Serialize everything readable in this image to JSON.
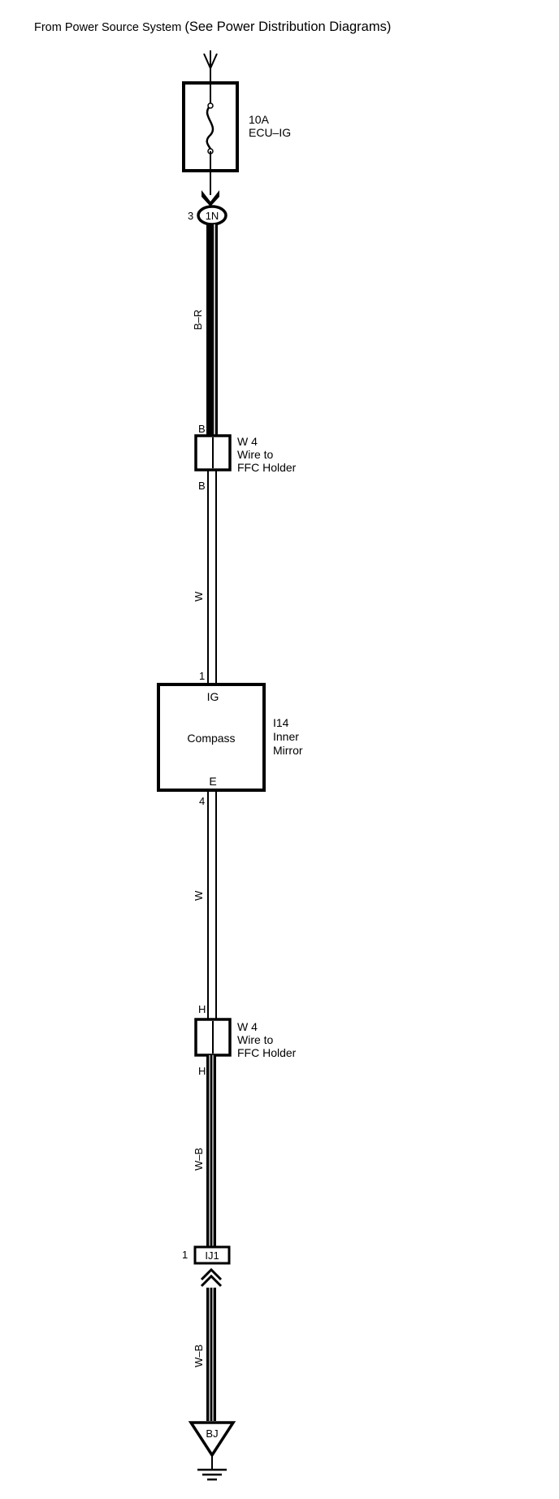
{
  "header": {
    "source_text": "From Power Source System",
    "see_text": "(See Power Distribution Diagrams)"
  },
  "fuse": {
    "rating": "10A",
    "name": "ECU–IG"
  },
  "connector_top": {
    "pin": "3",
    "code": "1N"
  },
  "wires": {
    "top": "B–R",
    "middle_upper": "W",
    "middle_lower": "W",
    "lower_upper": "W–B",
    "lower_bottom": "W–B"
  },
  "ffc_upper": {
    "pin_top": "B",
    "pin_bottom": "B",
    "id": "W 4",
    "line1": "Wire to",
    "line2": "FFC Holder"
  },
  "mirror": {
    "pin_in": "1",
    "terminal_in": "IG",
    "inner_label": "Compass",
    "terminal_out": "E",
    "pin_out": "4",
    "id": "I14",
    "line1": "Inner",
    "line2": "Mirror"
  },
  "ffc_lower": {
    "pin_top": "H",
    "pin_bottom": "H",
    "id": "W 4",
    "line1": "Wire to",
    "line2": "FFC Holder"
  },
  "junction": {
    "pin": "1",
    "code": "IJ1"
  },
  "ground": {
    "code": "BJ"
  }
}
